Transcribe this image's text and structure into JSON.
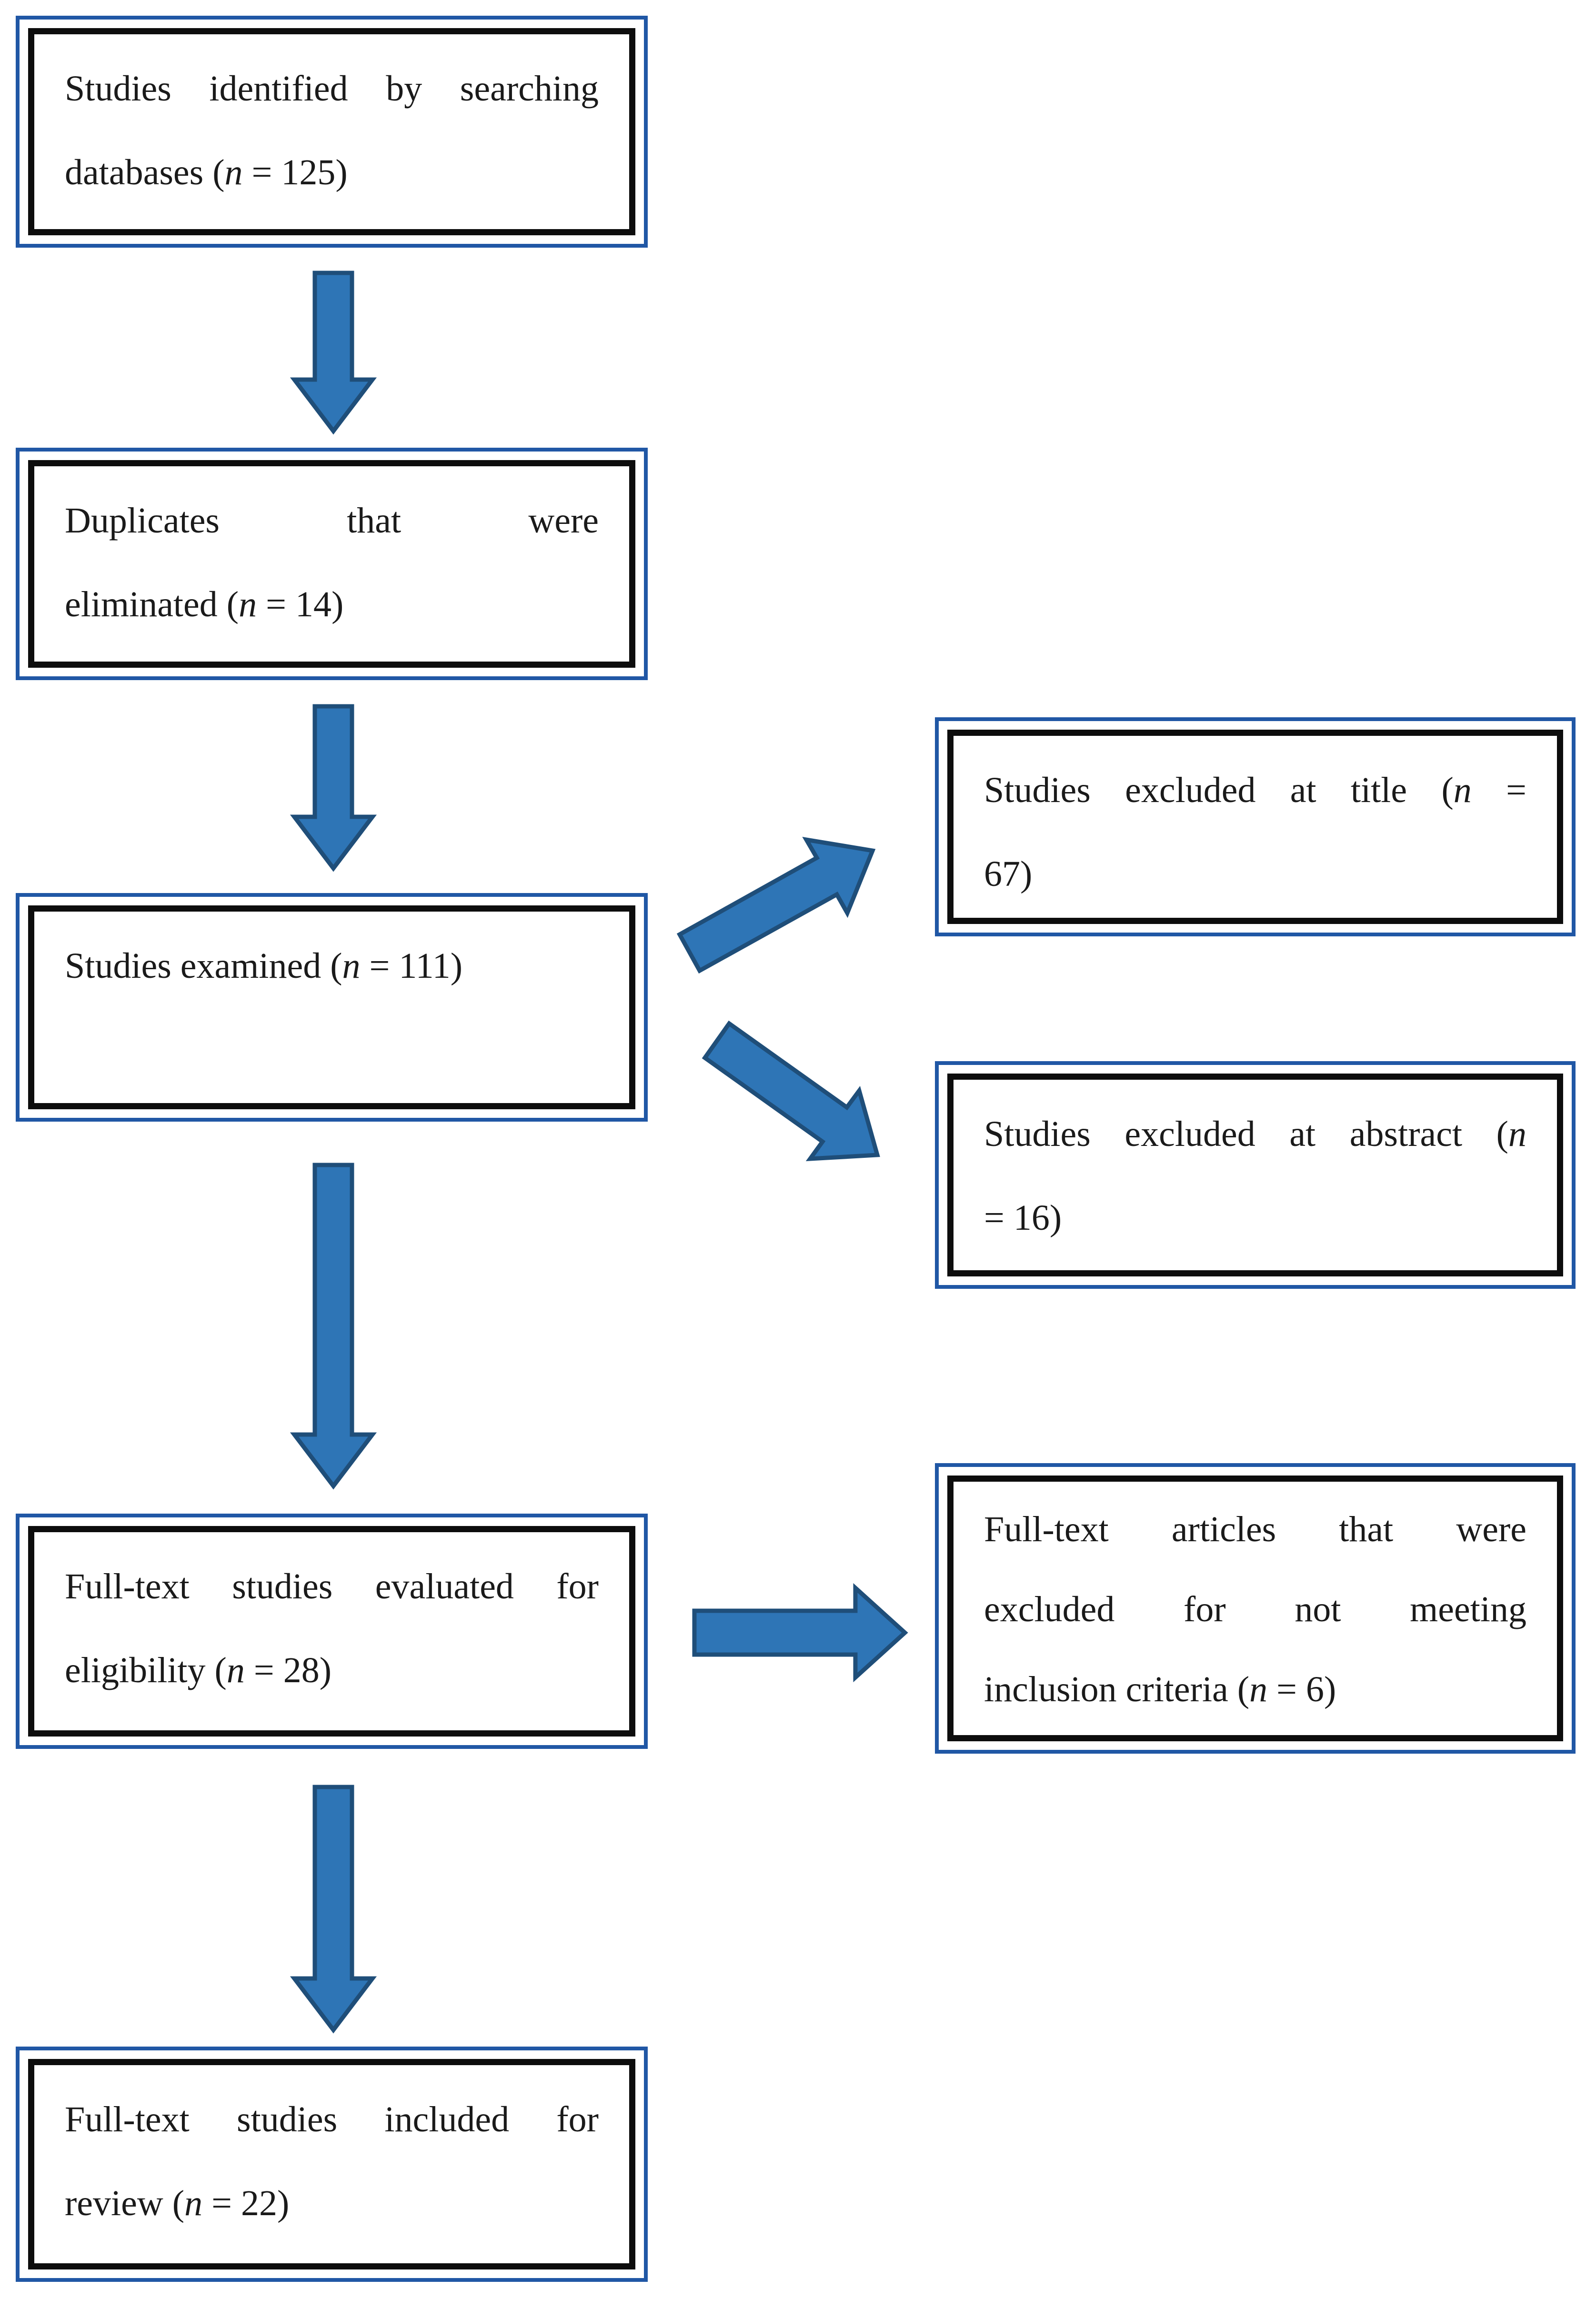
{
  "left_boxes": [
    {
      "id": "studies-identified",
      "lines": [
        {
          "text": "Studies identified by searching"
        },
        {
          "pre": "databases (",
          "n": "n",
          "post": " = 125)"
        }
      ]
    },
    {
      "id": "duplicates-eliminated",
      "lines": [
        {
          "text": "Duplicates that were"
        },
        {
          "pre": "eliminated (",
          "n": "n",
          "post": " = 14)"
        }
      ]
    },
    {
      "id": "studies-examined",
      "lines": [
        {
          "pre": "Studies examined (",
          "n": "n",
          "post": " = 111)"
        }
      ]
    },
    {
      "id": "fulltext-evaluated",
      "lines": [
        {
          "text": "Full-text studies evaluated for"
        },
        {
          "pre": "eligibility (",
          "n": "n",
          "post": " = 28)"
        }
      ]
    },
    {
      "id": "fulltext-included",
      "lines": [
        {
          "text": "Full-text studies included for"
        },
        {
          "pre": "review (",
          "n": "n",
          "post": " = 22)"
        }
      ]
    }
  ],
  "right_boxes": [
    {
      "id": "excluded-at-title",
      "lines": [
        {
          "pre": "Studies excluded at title (",
          "n": "n",
          "post": " ="
        },
        {
          "text": "67)"
        }
      ]
    },
    {
      "id": "excluded-at-abstract",
      "lines": [
        {
          "pre": "Studies excluded at abstract (",
          "n": "n",
          "post": ""
        },
        {
          "text": "= 16)"
        }
      ]
    },
    {
      "id": "fulltext-excluded",
      "lines": [
        {
          "text": "Full-text articles that were"
        },
        {
          "text": "excluded for not meeting"
        },
        {
          "pre": "inclusion criteria (",
          "n": "n",
          "post": " = 6)"
        }
      ]
    }
  ],
  "connections": [
    {
      "from": "studies-identified",
      "to": "duplicates-eliminated",
      "direction": "down"
    },
    {
      "from": "duplicates-eliminated",
      "to": "studies-examined",
      "direction": "down"
    },
    {
      "from": "studies-examined",
      "to": "excluded-at-title",
      "direction": "up-right"
    },
    {
      "from": "studies-examined",
      "to": "excluded-at-abstract",
      "direction": "down-right"
    },
    {
      "from": "studies-examined",
      "to": "fulltext-evaluated",
      "direction": "down"
    },
    {
      "from": "fulltext-evaluated",
      "to": "fulltext-excluded",
      "direction": "right"
    },
    {
      "from": "fulltext-evaluated",
      "to": "fulltext-included",
      "direction": "down"
    }
  ],
  "colors": {
    "box_border_outer": "#2057A5",
    "box_border_inner": "#0D0D0D",
    "arrow_fill": "#2E75B6",
    "arrow_stroke": "#1F4E79",
    "text": "#1A1A1A",
    "background": "#FFFFFF"
  }
}
